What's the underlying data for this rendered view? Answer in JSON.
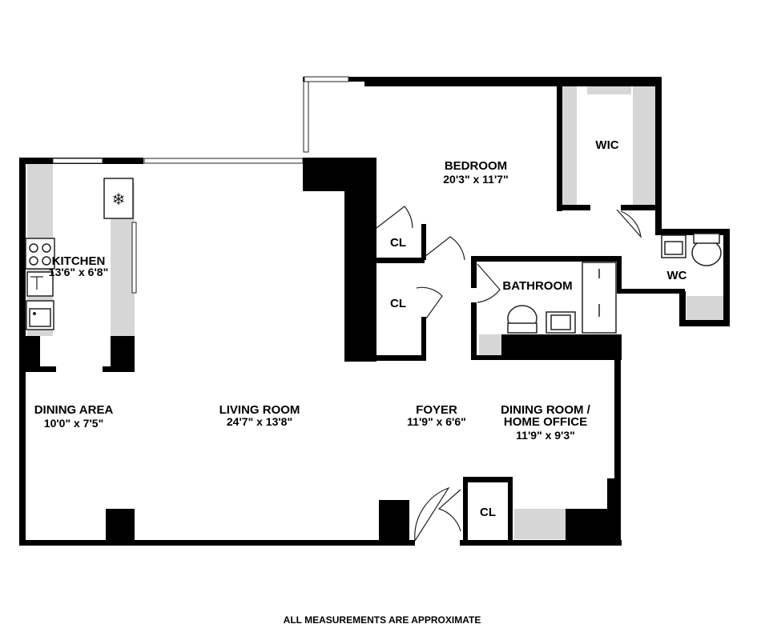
{
  "rooms": {
    "bedroom": {
      "name": "BEDROOM",
      "dims": "20'3\"  x 11'7\""
    },
    "wic": {
      "name": "WIC"
    },
    "kitchen": {
      "name": "KITCHEN",
      "dims": "13'6\"  x 6'8\""
    },
    "cl_top": {
      "name": "CL"
    },
    "cl_mid": {
      "name": "CL"
    },
    "cl_foyer": {
      "name": "CL"
    },
    "bathroom": {
      "name": "BATHROOM"
    },
    "wc": {
      "name": "WC"
    },
    "dining_area": {
      "name": "DINING AREA",
      "dims": "10'0\" x 7'5\""
    },
    "living_room": {
      "name": "LIVING ROOM",
      "dims": "24'7\"  x 13'8\""
    },
    "foyer": {
      "name": "FOYER",
      "dims": "11'9\"  x 6'6\""
    },
    "dining_room": {
      "name_line1": "DINING ROOM /",
      "name_line2": "HOME OFFICE",
      "dims": "11'9\"  x 9'3\""
    }
  },
  "footer": {
    "note": "ALL MEASUREMENTS ARE APPROXIMATE"
  },
  "icons": [
    "snowflake-icon",
    "stove-icon",
    "sink-icon",
    "toilet-icon",
    "bathtub-icon",
    "door-swing-icon"
  ],
  "colors": {
    "wall": "#000000",
    "fixture_fill": "#d6d6d6",
    "background": "#ffffff"
  }
}
